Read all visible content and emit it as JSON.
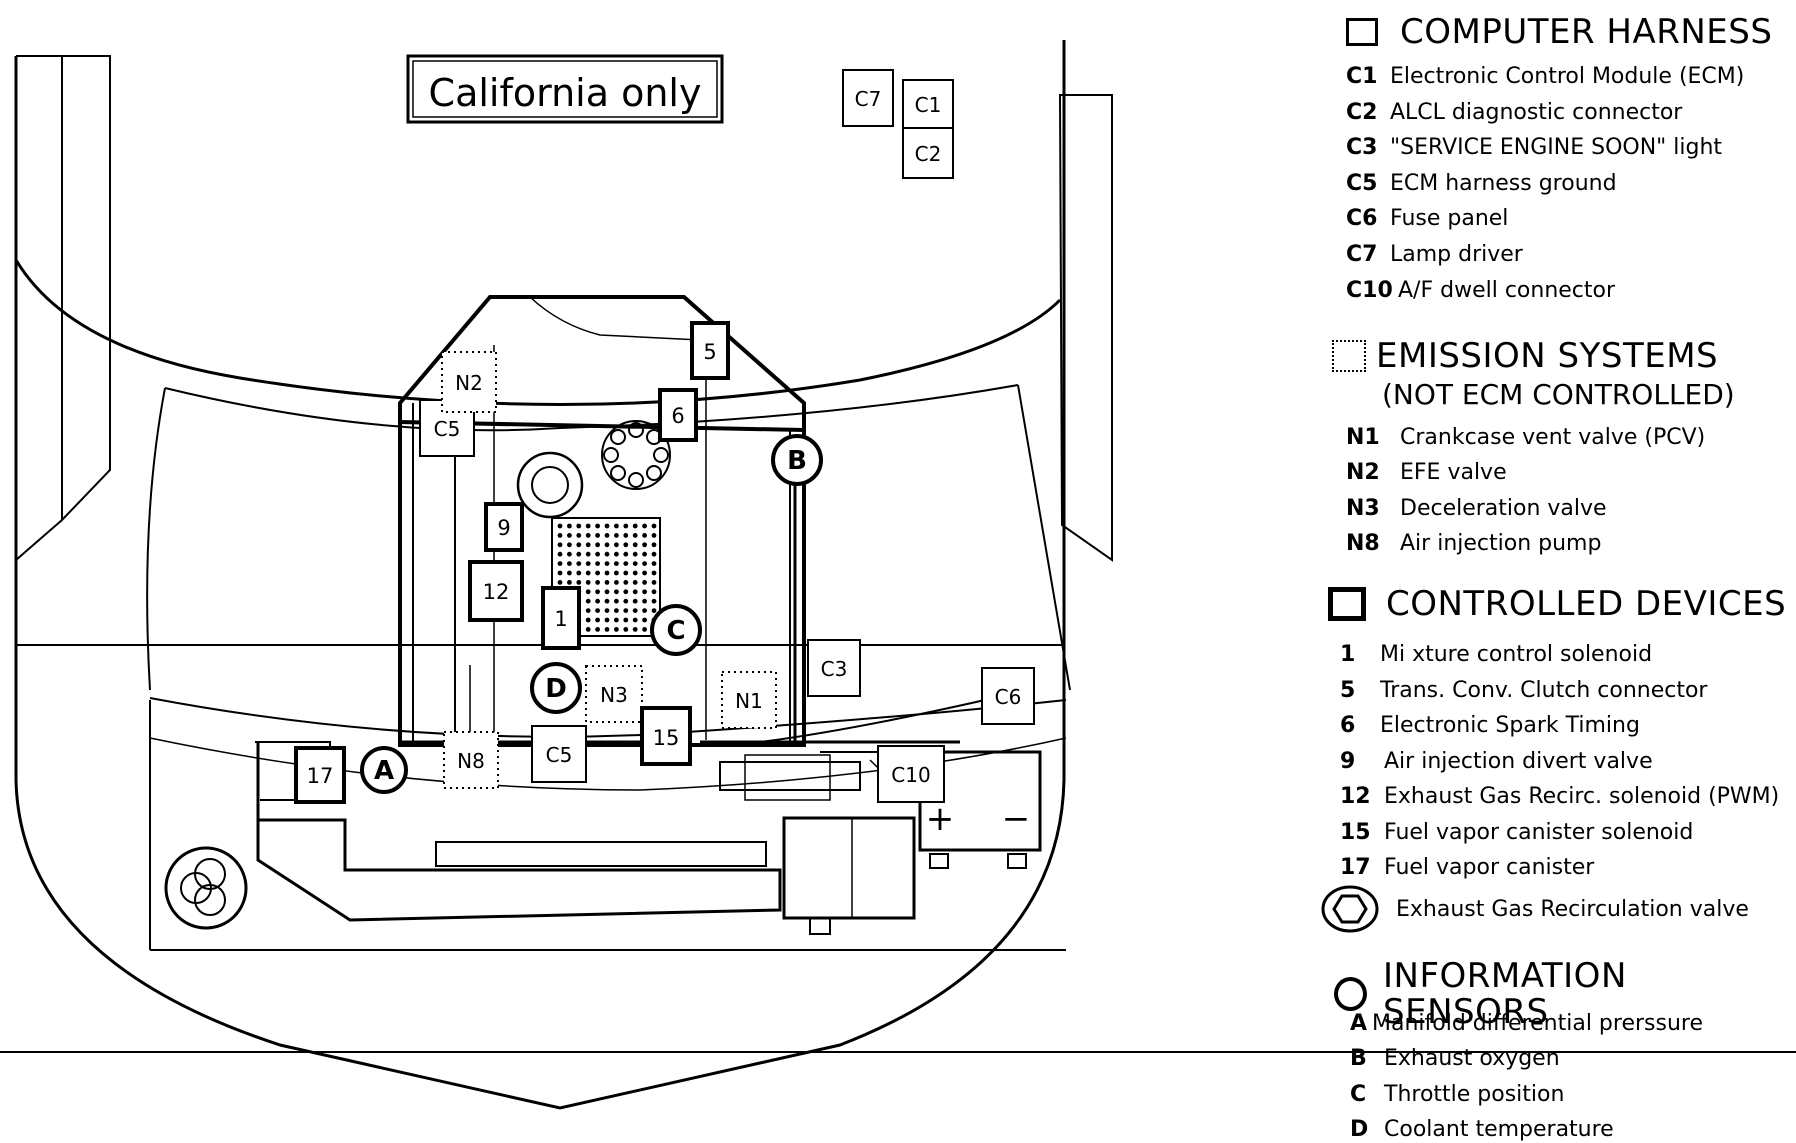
{
  "diagram": {
    "banner": "California only",
    "harness_markers": [
      "C1",
      "C2",
      "C3",
      "C5",
      "C5",
      "C6",
      "C7",
      "C10"
    ],
    "emission_markers": [
      "N1",
      "N2",
      "N3",
      "N8"
    ],
    "device_markers": [
      "1",
      "5",
      "6",
      "9",
      "12",
      "15",
      "17"
    ],
    "sensor_markers": [
      "A",
      "B",
      "C",
      "D"
    ],
    "battery_plus": "+",
    "battery_minus": "−"
  },
  "legend": {
    "computer_harness": {
      "title": "COMPUTER HARNESS",
      "items": [
        {
          "code": "C1",
          "label": "Electronic Control Module (ECM)"
        },
        {
          "code": "C2",
          "label": "ALCL diagnostic connector"
        },
        {
          "code": "C3",
          "label": "\"SERVICE ENGINE SOON\" light"
        },
        {
          "code": "C5",
          "label": "ECM harness ground"
        },
        {
          "code": "C6",
          "label": "Fuse panel"
        },
        {
          "code": "C7",
          "label": "Lamp driver"
        },
        {
          "code": "C10",
          "label": "A/F dwell connector"
        }
      ]
    },
    "emission_systems": {
      "title": "EMISSION SYSTEMS",
      "subtitle": "(NOT ECM CONTROLLED)",
      "items": [
        {
          "code": "N1",
          "label": "Crankcase vent valve (PCV)"
        },
        {
          "code": "N2",
          "label": "EFE valve"
        },
        {
          "code": "N3",
          "label": "Deceleration valve"
        },
        {
          "code": "N8",
          "label": "Air injection pump"
        }
      ]
    },
    "controlled_devices": {
      "title": "CONTROLLED DEVICES",
      "items": [
        {
          "code": "1",
          "label": "Mi xture control solenoid"
        },
        {
          "code": "5",
          "label": "Trans. Conv. Clutch connector"
        },
        {
          "code": "6",
          "label": "Electronic Spark Timing"
        },
        {
          "code": "9",
          "label": "Air injection divert  valve"
        },
        {
          "code": "12",
          "label": "Exhaust Gas Recirc. solenoid (PWM)"
        },
        {
          "code": "15",
          "label": "Fuel vapor canister solenoid"
        },
        {
          "code": "17",
          "label": "Fuel vapor canister"
        }
      ],
      "egr_label": "Exhaust Gas Recirculation valve"
    },
    "information_sensors": {
      "title": "INFORMATION SENSORS",
      "items": [
        {
          "code": "A",
          "label": "Manifold differential prerssure"
        },
        {
          "code": "B",
          "label": "Exhaust oxygen"
        },
        {
          "code": "C",
          "label": "Throttle position"
        },
        {
          "code": "D",
          "label": "Coolant temperature"
        }
      ]
    }
  }
}
